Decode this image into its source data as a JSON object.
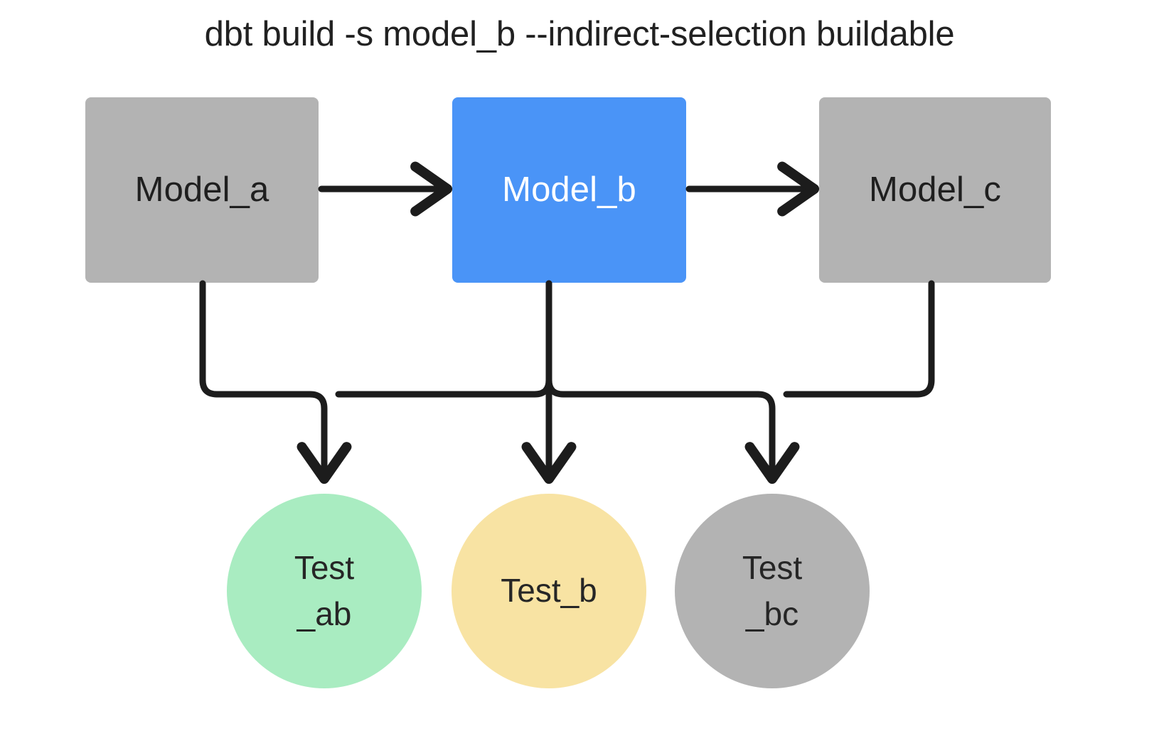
{
  "diagram": {
    "title": "dbt build -s model_b --indirect-selection buildable",
    "background_color": "#ffffff",
    "edge_color": "#1c1c1c",
    "nodes": [
      {
        "id": "model_a",
        "label": "Model_a",
        "shape": "rounded-rect",
        "fill": "#b3b3b3",
        "text_color": "#1f1f1f",
        "selected": false
      },
      {
        "id": "model_b",
        "label": "Model_b",
        "shape": "rounded-rect",
        "fill": "#4a94f7",
        "text_color": "#ffffff",
        "selected": true
      },
      {
        "id": "model_c",
        "label": "Model_c",
        "shape": "rounded-rect",
        "fill": "#b3b3b3",
        "text_color": "#1f1f1f",
        "selected": false
      },
      {
        "id": "test_ab",
        "label": "Test_ab",
        "label_line1": "Test",
        "label_line2": "_ab",
        "shape": "circle",
        "fill": "#a9ecc1",
        "text_color": "#262626",
        "selected": false
      },
      {
        "id": "test_b",
        "label": "Test_b",
        "label_line1": "Test_b",
        "label_line2": "",
        "shape": "circle",
        "fill": "#f8e3a3",
        "text_color": "#262626",
        "selected": false
      },
      {
        "id": "test_bc",
        "label": "Test_bc",
        "label_line1": "Test",
        "label_line2": "_bc",
        "shape": "circle",
        "fill": "#b3b3b3",
        "text_color": "#262626",
        "selected": false
      }
    ],
    "edges": [
      {
        "from": "model_a",
        "to": "model_b",
        "style": "straight-arrow"
      },
      {
        "from": "model_b",
        "to": "model_c",
        "style": "straight-arrow"
      },
      {
        "from": "model_a",
        "to": "test_ab",
        "style": "elbow-arrow"
      },
      {
        "from": "model_b",
        "to": "test_ab",
        "style": "elbow-arrow"
      },
      {
        "from": "model_b",
        "to": "test_b",
        "style": "straight-arrow"
      },
      {
        "from": "model_b",
        "to": "test_bc",
        "style": "elbow-arrow"
      },
      {
        "from": "model_c",
        "to": "test_bc",
        "style": "elbow-arrow"
      }
    ]
  }
}
